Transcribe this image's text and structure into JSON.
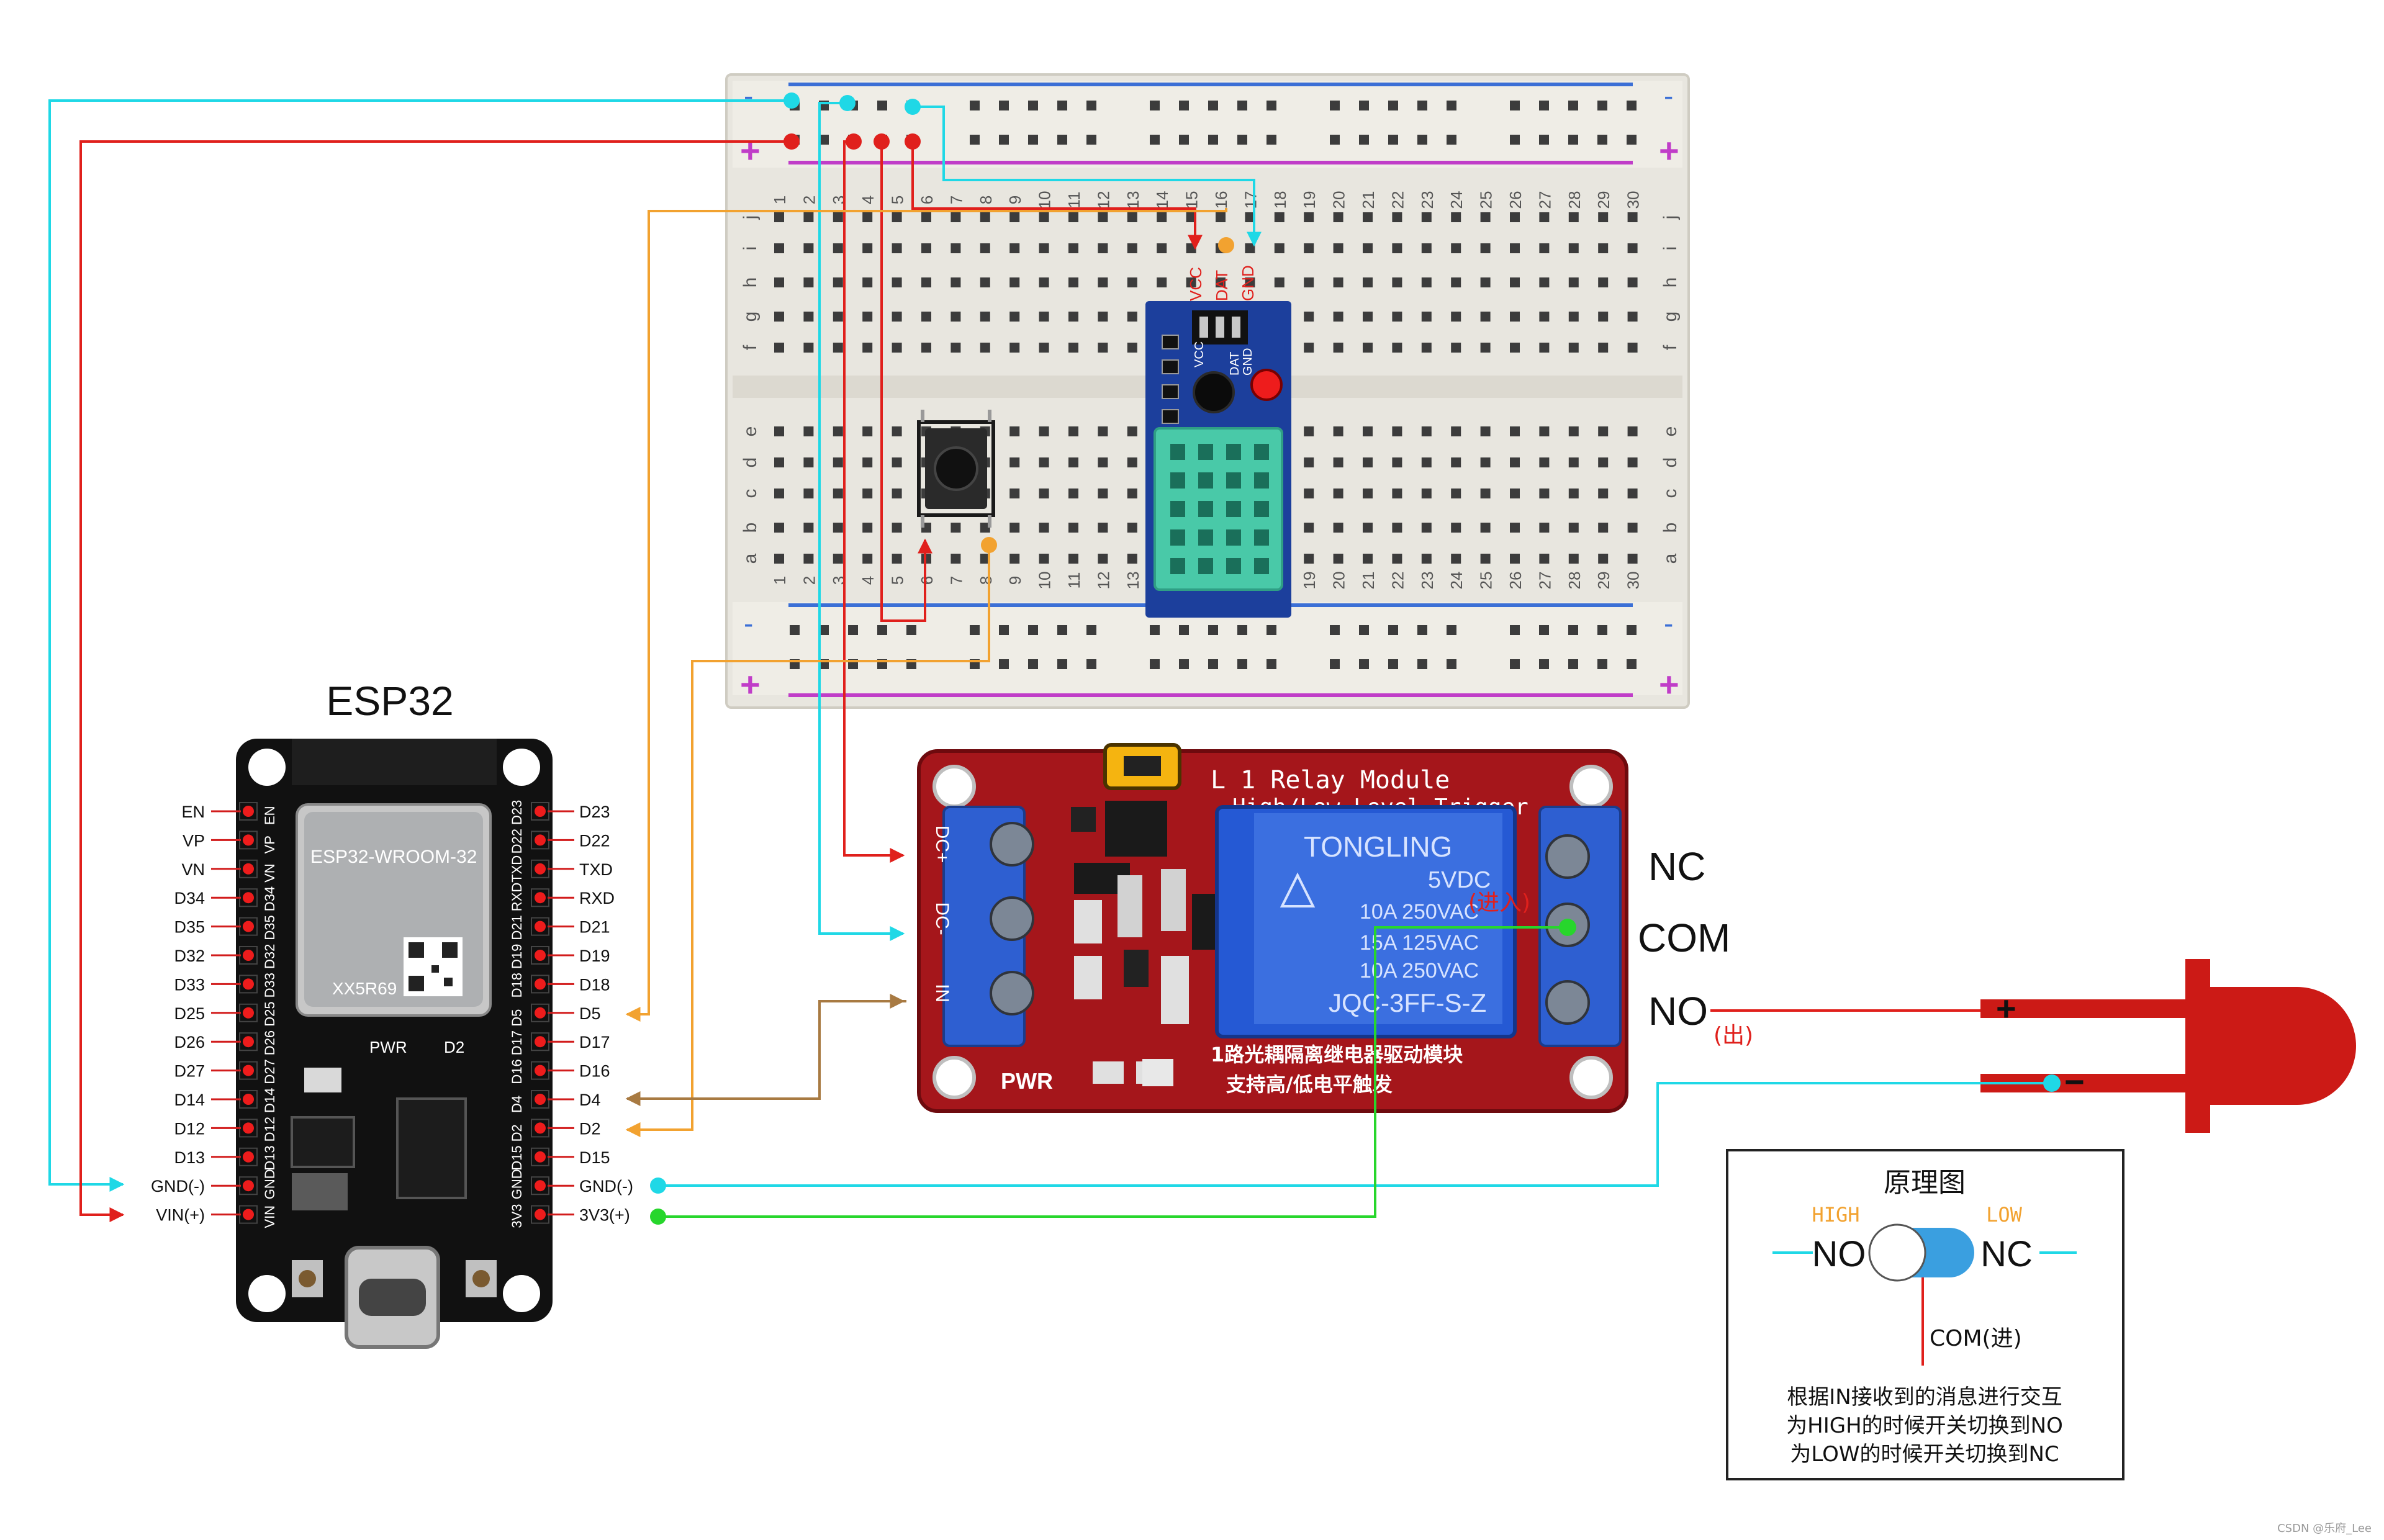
{
  "esp32": {
    "title": "ESP32",
    "module_name": "ESP32-WROOM-32",
    "chip_code": "XX5R69",
    "pwr_label": "PWR",
    "d2_label": "D2",
    "left_pins": [
      "EN",
      "VP",
      "VN",
      "D34",
      "D35",
      "D32",
      "D33",
      "D25",
      "D26",
      "D27",
      "D14",
      "D12",
      "D13",
      "GND(-)",
      "VIN(+)"
    ],
    "right_pins": [
      "D23",
      "D22",
      "TXD",
      "RXD",
      "D21",
      "D19",
      "D18",
      "D5",
      "D17",
      "D16",
      "D4",
      "D2",
      "D15",
      "GND(-)",
      "3V3(+)"
    ]
  },
  "breadboard": {
    "row_labels_top": [
      "j",
      "i",
      "h",
      "g",
      "f"
    ],
    "row_labels_bottom": [
      "e",
      "d",
      "c",
      "b",
      "a"
    ],
    "column_numbers": [
      "1",
      "2",
      "3",
      "4",
      "5",
      "6",
      "7",
      "8",
      "9",
      "10",
      "11",
      "12",
      "13",
      "14",
      "15",
      "16",
      "17",
      "18",
      "19",
      "20",
      "21",
      "22",
      "23",
      "24",
      "25",
      "26",
      "27",
      "28",
      "29",
      "30"
    ],
    "rail_minus": "-",
    "rail_plus": "+"
  },
  "sensor": {
    "pin_labels": [
      "VCC",
      "DAT",
      "GND"
    ]
  },
  "relay": {
    "title_line1": "L 1 Relay Module",
    "title_line2": "High/Low Level Trigger",
    "input_labels": [
      "DC+",
      "DC-",
      "IN"
    ],
    "relay_brand": "TONGLING",
    "relay_voltage": "5VDC",
    "relay_spec1": "10A 250VAC",
    "relay_spec2": "15A 125VAC",
    "relay_spec3": "10A 250VAC",
    "relay_model": "JQC-3FF-S-Z",
    "pwr_label": "PWR",
    "footer_cn1": "1路光耦隔离继电器驱动模块",
    "footer_cn2": "支持高/低电平触发",
    "terminal_labels": [
      "NC",
      "COM",
      "NO"
    ],
    "com_in_note": "(进入)",
    "no_out_note": "(出)"
  },
  "led": {
    "plus": "+",
    "minus": "−"
  },
  "legend": {
    "title": "原理图",
    "high": "HIGH",
    "low": "LOW",
    "no": "NO",
    "nc": "NC",
    "com": "COM(进)",
    "desc1": "根据IN接收到的消息进行交互",
    "desc2": "为HIGH的时候开关切换到NO",
    "desc3": "为LOW的时候开关切换到NC"
  },
  "watermark": "CSDN @乐府_Lee",
  "colors": {
    "wire_cyan": "#1fd8e6",
    "wire_red": "#e0201c",
    "wire_orange": "#f2a230",
    "wire_brown": "#a87a42",
    "wire_green": "#27d62c",
    "board_black": "#111111",
    "relay_red": "#a5161b",
    "terminal_blue": "#2e5fd1",
    "breadboard": "#e8e6df",
    "sensor_blue": "#1c3f9c",
    "sensor_green": "#49c9a8",
    "led_red": "#cc1a16"
  }
}
